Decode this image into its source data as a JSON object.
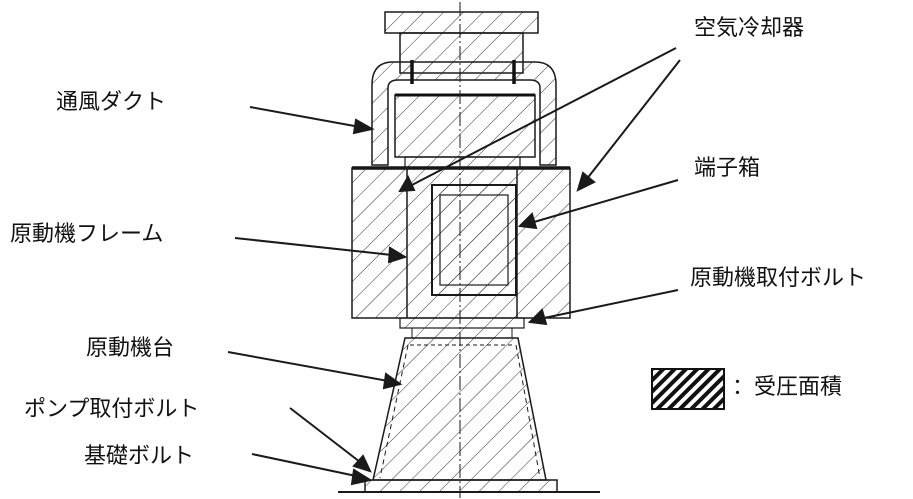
{
  "labels": {
    "ventilation_duct": "通風ダクト",
    "air_cooler": "空気冷却器",
    "terminal_box": "端子箱",
    "motor_frame": "原動機フレーム",
    "motor_mount_bolt": "原動機取付ボルト",
    "motor_base": "原動機台",
    "pump_mount_bolt": "ポンプ取付ボルト",
    "foundation_bolt": "基礎ボルト"
  },
  "legend": {
    "text": "：受圧面積"
  },
  "colors": {
    "line": "#1a1a1a",
    "hatch": "#333333",
    "background": "#ffffff"
  }
}
